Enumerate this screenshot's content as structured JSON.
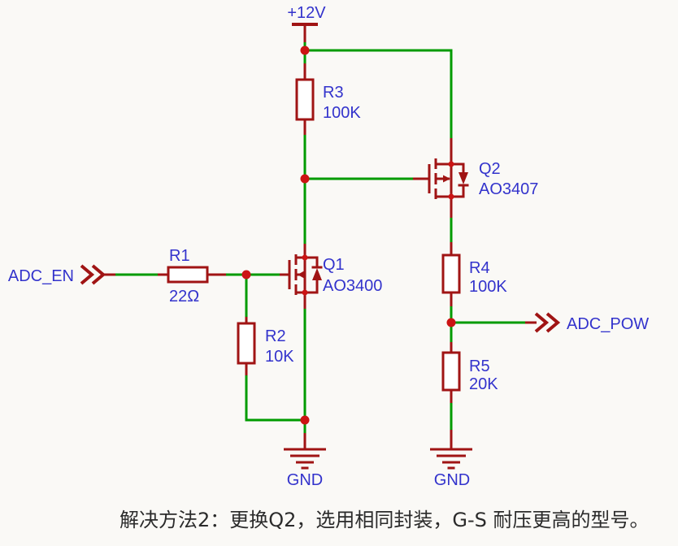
{
  "colors": {
    "wire": "#009b00",
    "component": "#a01414",
    "junction": "#cc1414",
    "label": "#3333cc",
    "background": "#faf9f6",
    "caption": "#2b2b2b"
  },
  "schematic": {
    "power_label": "+12V",
    "input_port": "ADC_EN",
    "output_port": "ADC_POW",
    "gnd_left": "GND",
    "gnd_right": "GND",
    "r1": {
      "ref": "R1",
      "value": "22Ω"
    },
    "r2": {
      "ref": "R2",
      "value": "10K"
    },
    "r3": {
      "ref": "R3",
      "value": "100K"
    },
    "r4": {
      "ref": "R4",
      "value": "100K"
    },
    "r5": {
      "ref": "R5",
      "value": "20K"
    },
    "q1": {
      "ref": "Q1",
      "value": "AO3400"
    },
    "q2": {
      "ref": "Q2",
      "value": "AO3407"
    }
  },
  "caption": "解决方法2：更换Q2，选用相同封装，G-S 耐压更高的型号。"
}
